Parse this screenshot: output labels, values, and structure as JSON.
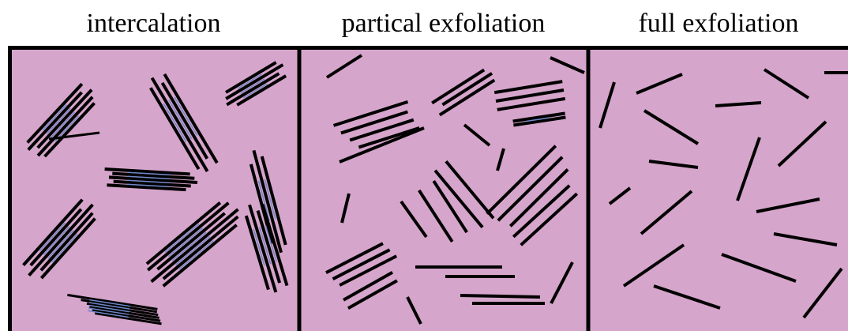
{
  "panels": [
    {
      "label": "intercalation"
    },
    {
      "label": "partical exfoliation"
    },
    {
      "label": "full exfoliation"
    }
  ],
  "colors": {
    "panel_fill": "#d6a5cb",
    "platelet": "#000000",
    "intercalant": "#6f86c8",
    "border": "#000000"
  }
}
